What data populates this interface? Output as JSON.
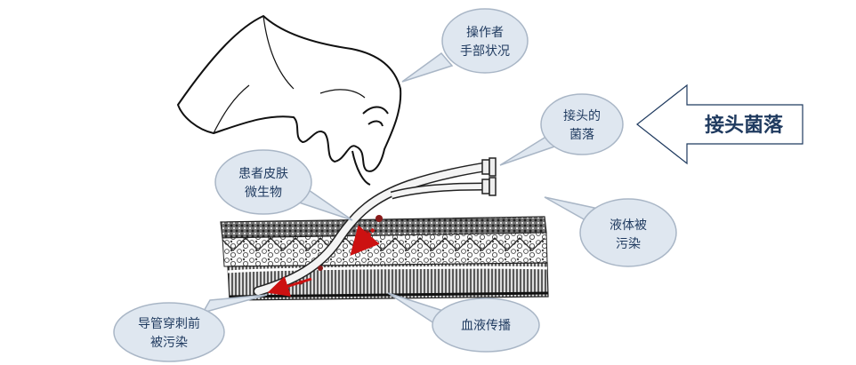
{
  "labels": {
    "hand": [
      "操作者",
      "手部状况"
    ],
    "connector": [
      "接头的",
      "菌落"
    ],
    "skin": [
      "患者皮肤",
      "微生物"
    ],
    "fluid": [
      "液体被",
      "污染"
    ],
    "catheter": [
      "导管穿刺前",
      "被污染"
    ],
    "blood": [
      "血液传播"
    ],
    "arrow_label": "接头菌落"
  },
  "colors": {
    "bubble_fill": "#dfe7f0",
    "bubble_stroke": "#a9b6c6",
    "text": "#1f3a5f",
    "arrow_red": "#cc1111",
    "ink": "#222222"
  }
}
